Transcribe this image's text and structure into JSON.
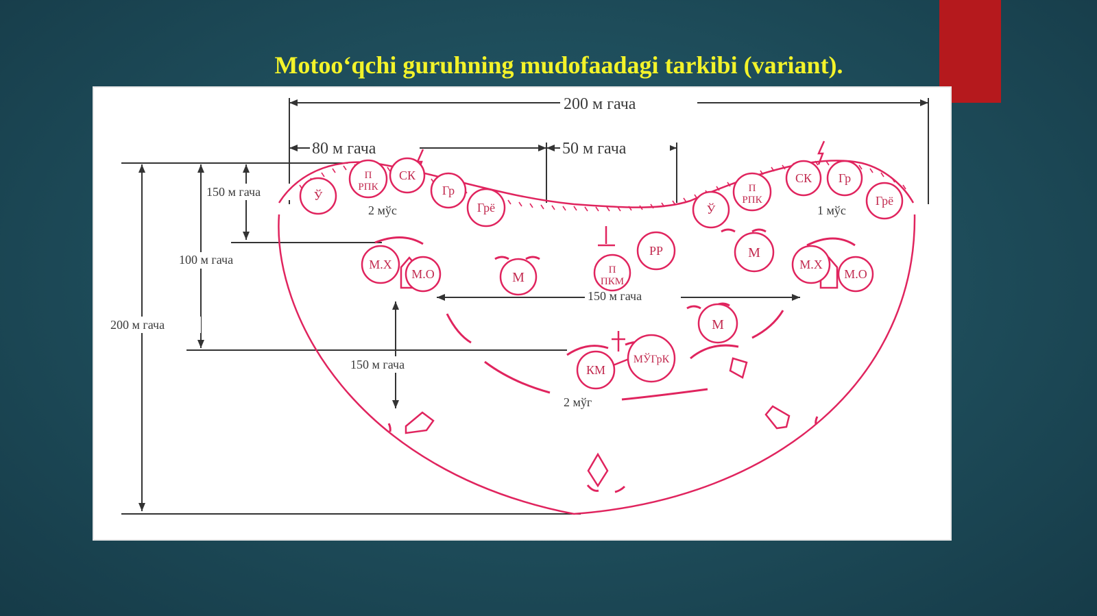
{
  "slide": {
    "title": "Motoo‘qchi guruhning mudofaadagi tarkibi (variant).",
    "accent_color": "#b5191d",
    "title_color": "#f3f32a",
    "diagram_color": "#e0245e"
  },
  "diagram": {
    "dims": {
      "top_total": "200  м гача",
      "top_left": "80  м гача",
      "top_mid": "50  м гача",
      "left_150": "150  м гача",
      "left_100": "100  м гача",
      "left_200": "200  м гача",
      "center_150": "150  м гача",
      "depth_150": "150  м гача"
    },
    "units": {
      "u1": "Ў",
      "u2": "П\nРПК",
      "u3": "СК",
      "u4": "Гр",
      "u5": "Грё",
      "u6": "Ў",
      "u7": "П\nРПК",
      "u8": "СК",
      "u9": "Гр",
      "u10": "Грё",
      "mx_left": "М.Х",
      "mo_left": "М.О",
      "m_left": "М",
      "pkm": "П\nПКМ",
      "rr": "РР",
      "m_right": "М",
      "mx_right": "М.Х",
      "mo_right": "М.О",
      "m_center": "М",
      "km": "КМ",
      "mugrk": "МЎГрК"
    },
    "labels": {
      "squad_2": "2  мўс",
      "squad_1": "1  мўс",
      "platoon_2": "2  мўг"
    }
  }
}
